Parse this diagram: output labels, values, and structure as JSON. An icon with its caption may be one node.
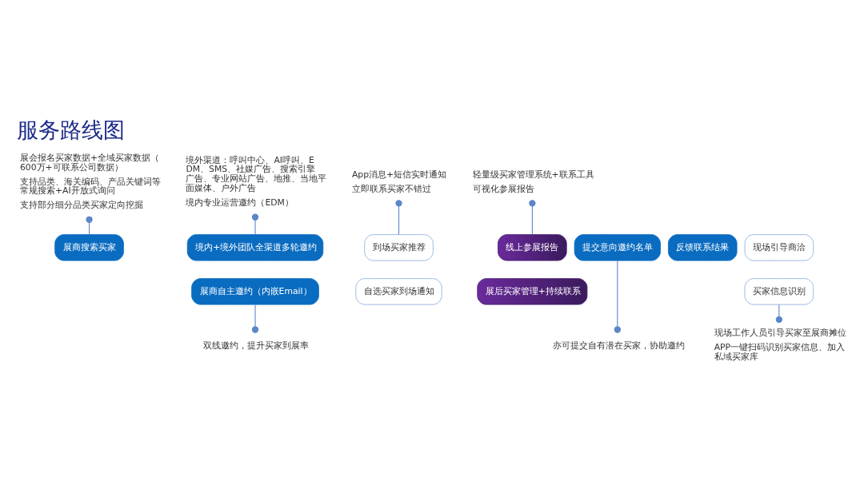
{
  "diagram": {
    "title": "服务路线图",
    "nodes": [
      {
        "text": [
          "展会报名买家数据+全域买家数据（600万+可联系公司数据）",
          "支持品类、海关编码、产品关键词等常规搜索+AI开放式询问",
          "支持部分细分品类买家定向挖掘"
        ]
      },
      {
        "text": [
          "境外渠道：呼叫中心、AI呼叫、EDM、SMS、社媒广告、搜索引擎广告、专业网站广告、地推、当地平面媒体、户外广告",
          "境内专业运营邀约（EDM）"
        ]
      },
      {
        "text": [
          "App消息+短信实时通知",
          "立即联系买家不错过"
        ]
      },
      {
        "text": [
          "轻量级买家管理系统+联系工具",
          "可视化参展报告"
        ]
      },
      {
        "text": [
          "展商搜索买家"
        ]
      },
      {
        "text": [
          "提交意向邀约名单"
        ]
      },
      {
        "text": [
          "境内+境外团队全渠道多轮邀约"
        ]
      },
      {
        "text": [
          "反馈联系结果"
        ]
      },
      {
        "text": [
          "展商自主邀约（内嵌Email）"
        ]
      },
      {
        "text": [
          "到场买家推荐"
        ]
      },
      {
        "text": [
          "现场引导商洽"
        ]
      },
      {
        "text": [
          "线上参展报告"
        ]
      },
      {
        "text": [
          "自选买家到场通知"
        ]
      },
      {
        "text": [
          "买家信息识别"
        ]
      },
      {
        "text": [
          "展后买家管理+持续联系"
        ]
      },
      {
        "text": [
          "亦可提交自有潜在买家，协助邀约"
        ]
      },
      {
        "text": [
          "双线邀约，提升买家到展率"
        ]
      },
      {
        "text": [
          "现场工作人员引导买家至展商摊位",
          "APP一键扫码识别买家信息、加入私域买家库"
        ]
      }
    ],
    "edges": [
      {
        "from": 0,
        "to": 4,
        "arrow": "other"
      },
      {
        "from": 15,
        "to": 5,
        "arrow": "other"
      },
      {
        "from": 1,
        "to": 6,
        "arrow": "other"
      },
      {
        "from": 16,
        "to": 8,
        "arrow": "other"
      },
      {
        "from": 2,
        "to": 9,
        "arrow": "other"
      },
      {
        "from": 17,
        "to": 13,
        "arrow": "other"
      },
      {
        "from": 3,
        "to": 11,
        "arrow": "other"
      }
    ]
  }
}
